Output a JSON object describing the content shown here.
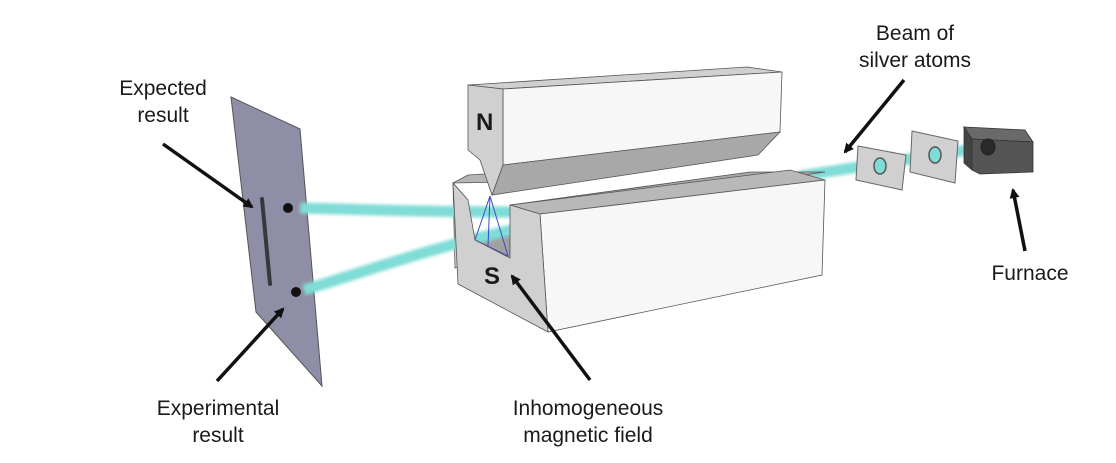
{
  "title": "Stern-Gerlach experiment",
  "labels": {
    "expected_result": [
      "Expected",
      "result"
    ],
    "experimental_result": [
      "Experimental",
      "result"
    ],
    "magnetic_field": [
      "Inhomogeneous",
      "magnetic field"
    ],
    "beam": [
      "Beam of",
      "silver atoms"
    ],
    "furnace": [
      "Furnace"
    ]
  },
  "poles": {
    "north": "N",
    "south": "S"
  },
  "colors": {
    "beam": "#7fdcd6",
    "screen": "#8e8ea6",
    "magnet_face": "#d0d0d0",
    "magnet_dark": "#a8a8a8",
    "magnet_light": "#f7f7f7",
    "furnace": "#555555",
    "field_lines": "#3b4bc8",
    "arrow": "#111111"
  }
}
